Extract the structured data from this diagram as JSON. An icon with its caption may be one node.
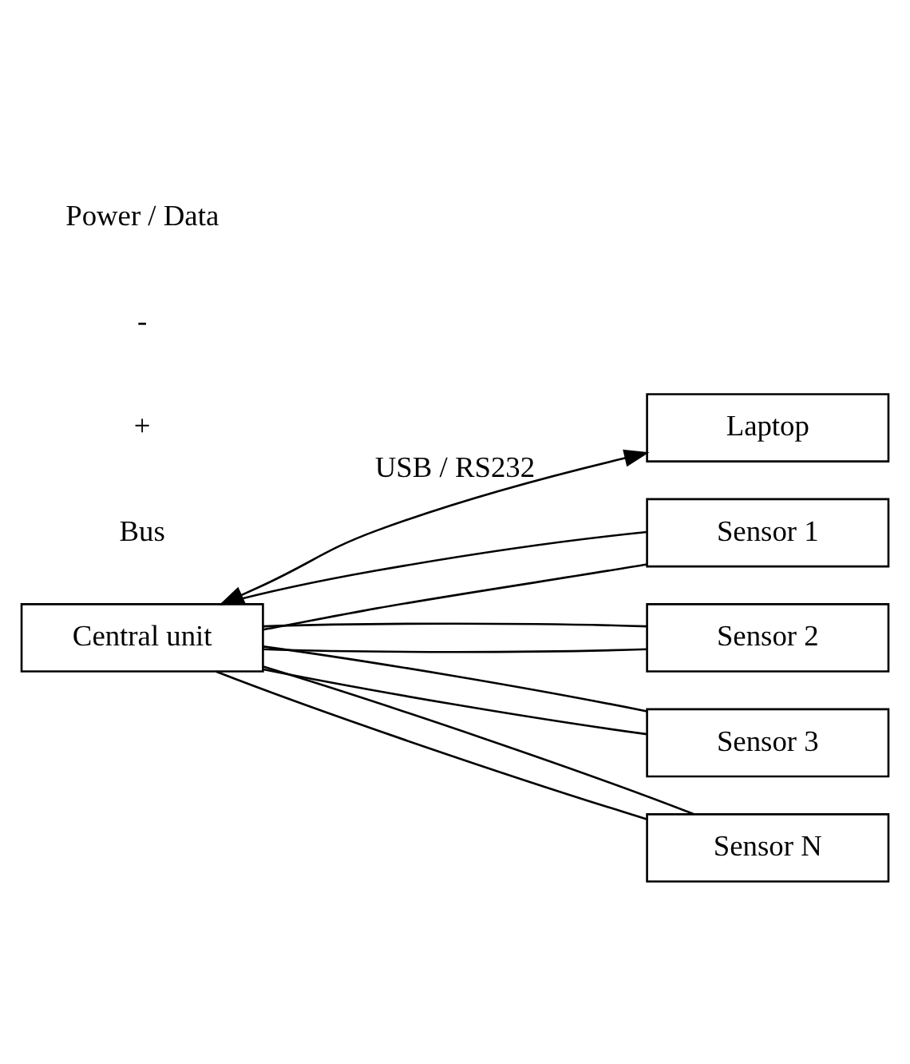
{
  "diagram": {
    "nodes": [
      {
        "text": [
          "Central unit"
        ]
      },
      {
        "text": [
          "Laptop"
        ]
      },
      {
        "text": [
          "Sensor 1"
        ]
      },
      {
        "text": [
          "Sensor 2"
        ]
      },
      {
        "text": [
          "Sensor 3"
        ]
      },
      {
        "text": [
          "Sensor N"
        ]
      }
    ],
    "edges": [
      {
        "from": 0,
        "to": 1,
        "arrow": "both",
        "label": "USB / RS232"
      },
      {
        "from": 0,
        "to": 2,
        "arrow": "none"
      },
      {
        "from": 0,
        "to": 2,
        "arrow": "none"
      },
      {
        "from": 0,
        "to": 3,
        "arrow": "none"
      },
      {
        "from": 0,
        "to": 3,
        "arrow": "none"
      },
      {
        "from": 0,
        "to": 4,
        "arrow": "none"
      },
      {
        "from": 0,
        "to": 4,
        "arrow": "none"
      },
      {
        "from": 0,
        "to": 5,
        "arrow": "none"
      },
      {
        "from": 0,
        "to": 5,
        "arrow": "none"
      }
    ],
    "labels": [
      "Bus",
      "+",
      "-",
      "Power / Data"
    ]
  }
}
